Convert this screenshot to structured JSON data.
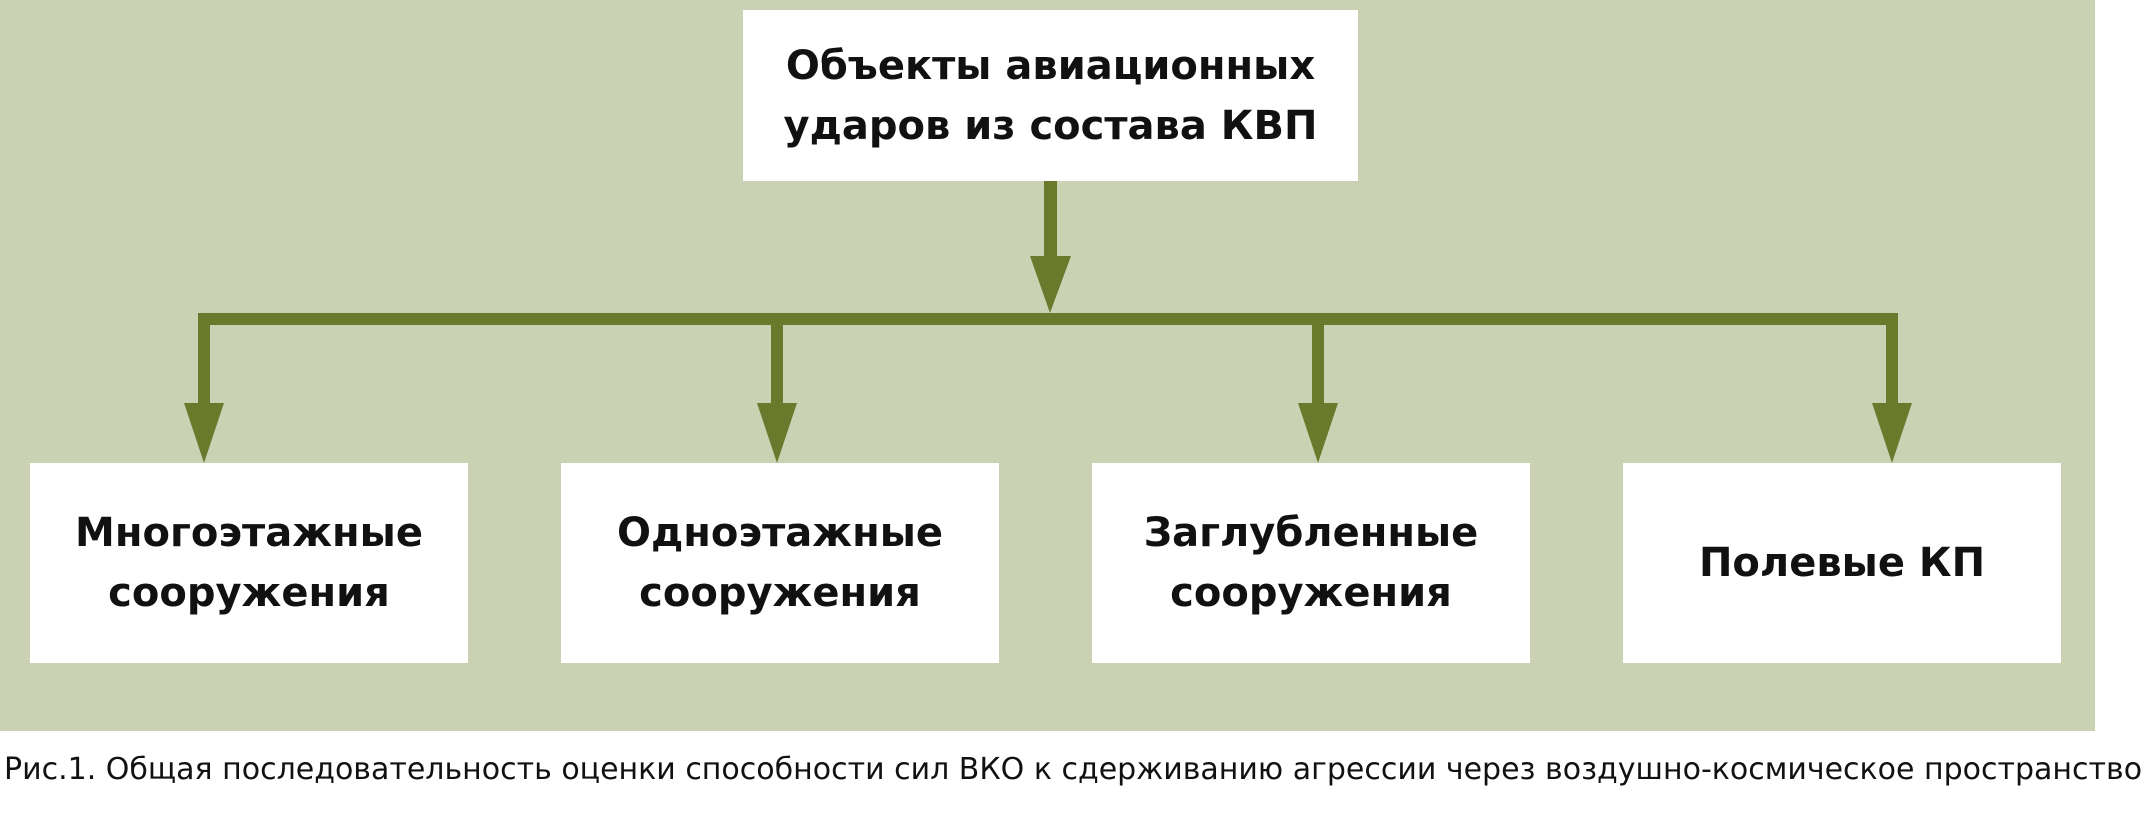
{
  "diagram": {
    "root": {
      "label": "Объекты авиационных\nударов из состава КВП"
    },
    "children": [
      {
        "label": "Многоэтажные\nсооружения"
      },
      {
        "label": "Одноэтажные\nсооружения"
      },
      {
        "label": "Заглубленные\nсооружения"
      },
      {
        "label": "Полевые КП"
      }
    ]
  },
  "caption": "Рис.1. Общая последовательность оценки способности сил ВКО к сдерживанию агрессии через воздушно-космическое пространство",
  "colors": {
    "panel_background": "#cbd2b3",
    "connector": "#6a7a2c",
    "box_background": "#ffffff",
    "text": "#111111"
  }
}
